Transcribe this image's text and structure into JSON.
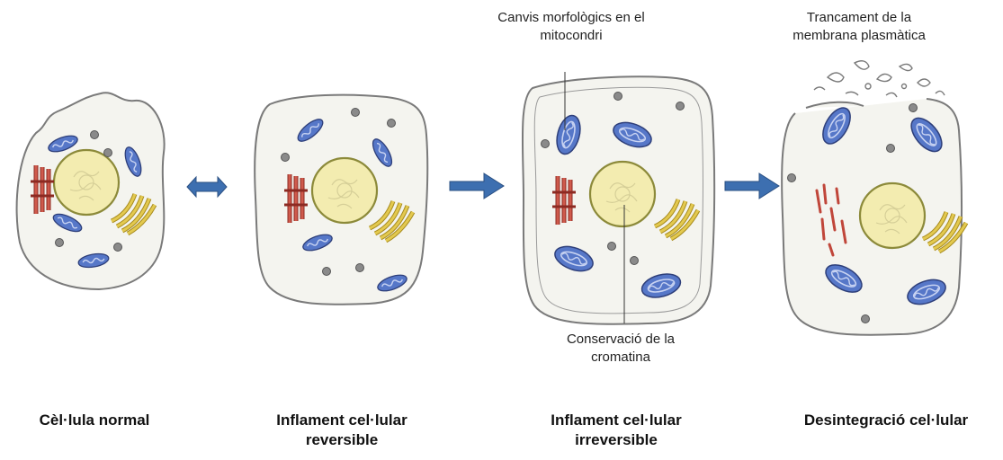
{
  "annotations": {
    "mitochondria_line1": "Canvis morfològics en el",
    "mitochondria_line2": "mitocondri",
    "membrane_line1": "Trancament de la",
    "membrane_line2": "membrana plasmàtica",
    "chromatin_line1": "Conservació de la",
    "chromatin_line2": "cromatina"
  },
  "stages": [
    {
      "line1": "Cèl·lula normal",
      "line2": ""
    },
    {
      "line1": "Inflament cel·lular",
      "line2": "reversible"
    },
    {
      "line1": "Inflament cel·lular",
      "line2": "irreversible"
    },
    {
      "line1": "Desintegració cel·lular",
      "line2": ""
    }
  ],
  "colors": {
    "membrane": "#7a7a7a",
    "cytoplasm": "#f4f4ef",
    "nucleus_fill": "#f3ecb0",
    "nucleus_border": "#8c8a3a",
    "mitochondria": "#5677c8",
    "golgi": "#d4b43a",
    "reticulum": "#c0463a",
    "arrow": "#3d6fb0",
    "granule": "#8a8a8a"
  }
}
